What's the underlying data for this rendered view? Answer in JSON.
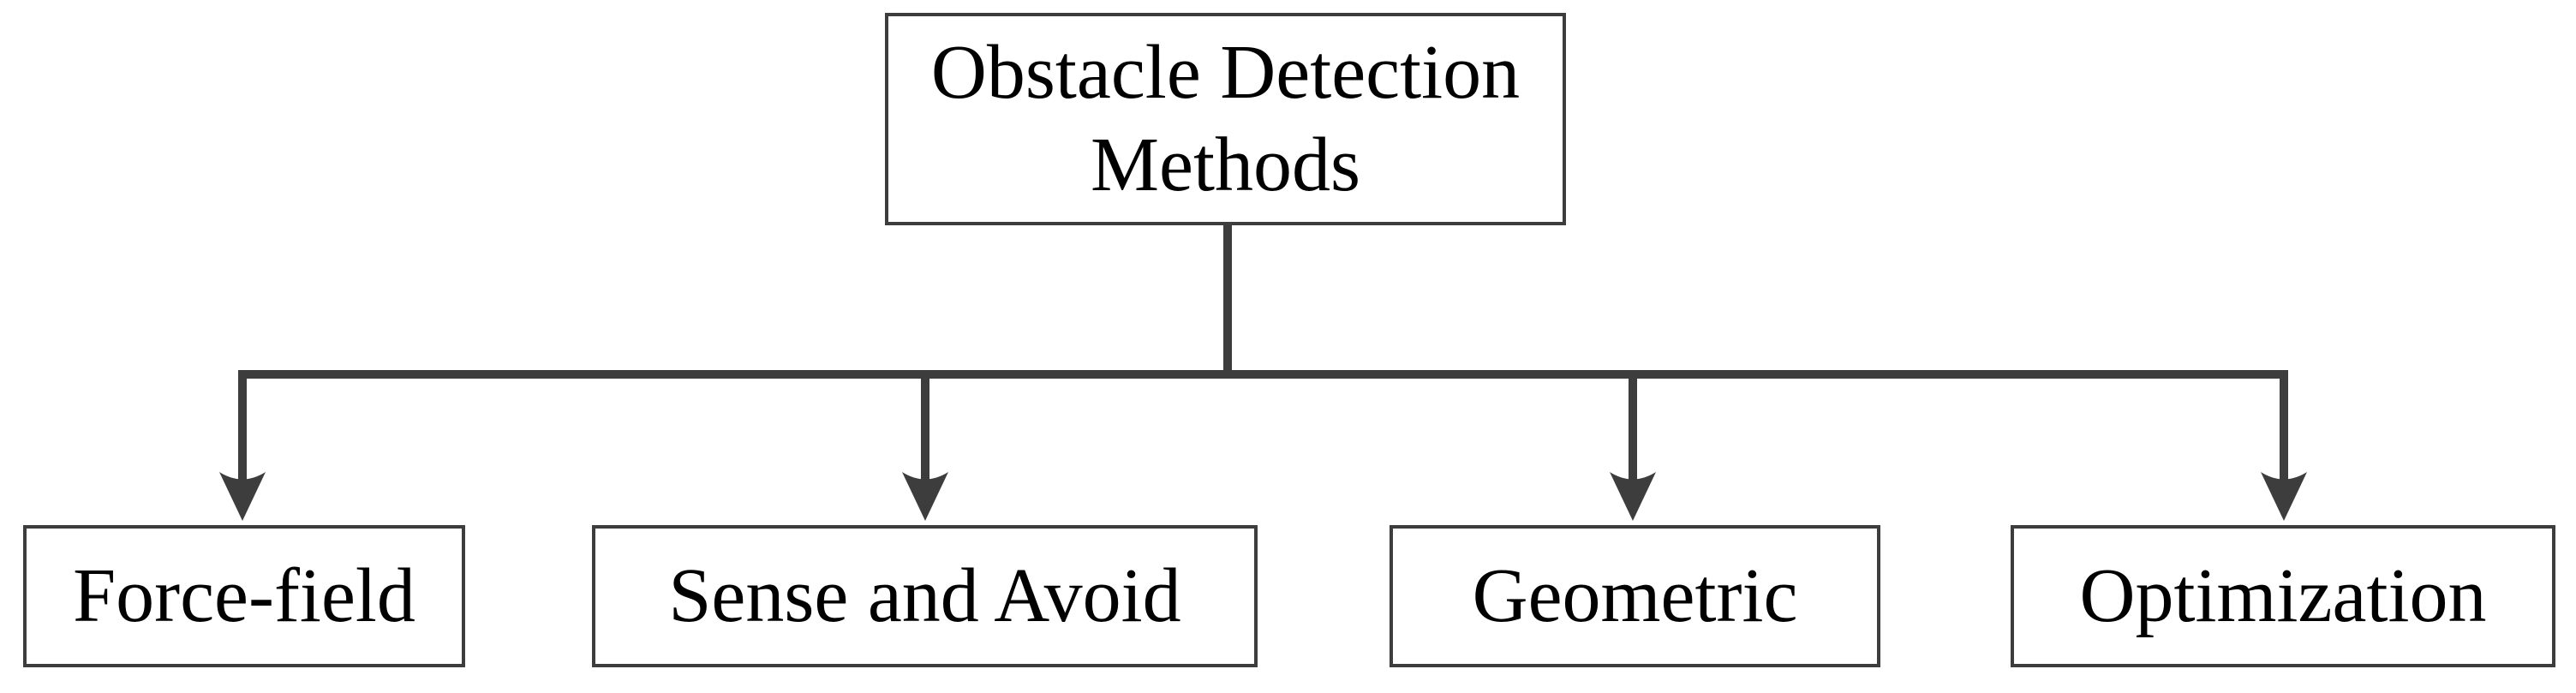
{
  "diagram": {
    "type": "flowchart",
    "root": {
      "label": "Obstacle Detection Methods"
    },
    "children": [
      {
        "label": "Force-field"
      },
      {
        "label": "Sense and Avoid"
      },
      {
        "label": "Geometric"
      },
      {
        "label": "Optimization"
      }
    ],
    "colors": {
      "line": "#3d3d3d",
      "box_border": "#3d3d3d",
      "text": "#000000",
      "background": "#ffffff"
    }
  }
}
